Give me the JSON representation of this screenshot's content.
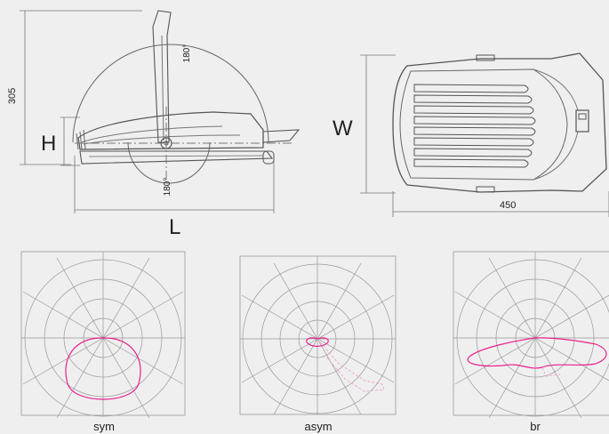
{
  "side_view": {
    "height_dim": "305",
    "h_label": "H",
    "l_label": "L",
    "angle_top": "180°",
    "angle_bottom": "180°"
  },
  "top_view": {
    "w_label": "W",
    "length_dim": "450"
  },
  "polar_diagrams": [
    {
      "caption": "sym"
    },
    {
      "caption": "asym"
    },
    {
      "caption": "br"
    }
  ],
  "colors": {
    "line": "#555555",
    "grid": "#999999",
    "curve": "#e8208c",
    "background": "#efeff0"
  }
}
